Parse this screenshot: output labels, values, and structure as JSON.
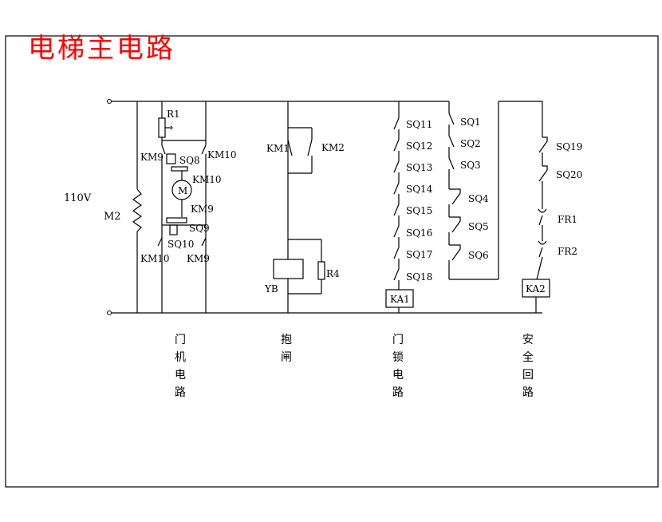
{
  "title": "电梯主电路",
  "voltage": "110V",
  "motor_left": "M2",
  "door_motor": {
    "resistor": "R1",
    "contacts": [
      "KM9",
      "KM10",
      "KM9",
      "KM10",
      "KM10",
      "KM9"
    ],
    "limit_switches": [
      "SQ8",
      "SQ9",
      "SQ10"
    ],
    "motor": "M"
  },
  "brake": {
    "contacts": [
      "KM1",
      "KM2"
    ],
    "coil": "YB",
    "resistor": "R4"
  },
  "door_lock": {
    "switches": [
      "SQ11",
      "SQ12",
      "SQ13",
      "SQ14",
      "SQ15",
      "SQ16",
      "SQ17",
      "SQ18"
    ],
    "switches_right": [
      "SQ1",
      "SQ2",
      "SQ3",
      "SQ4",
      "SQ5",
      "SQ6"
    ],
    "relay": "KA1"
  },
  "safety": {
    "switches": [
      "SQ19",
      "SQ20",
      "FR1",
      "FR2"
    ],
    "relay": "KA2"
  },
  "sections": {
    "door_machine": [
      "门",
      "机",
      "电",
      "路"
    ],
    "brake": [
      "抱",
      "闸"
    ],
    "door_lock": [
      "门",
      "锁",
      "电",
      "路"
    ],
    "safety": [
      "安",
      "全",
      "回",
      "路"
    ]
  }
}
